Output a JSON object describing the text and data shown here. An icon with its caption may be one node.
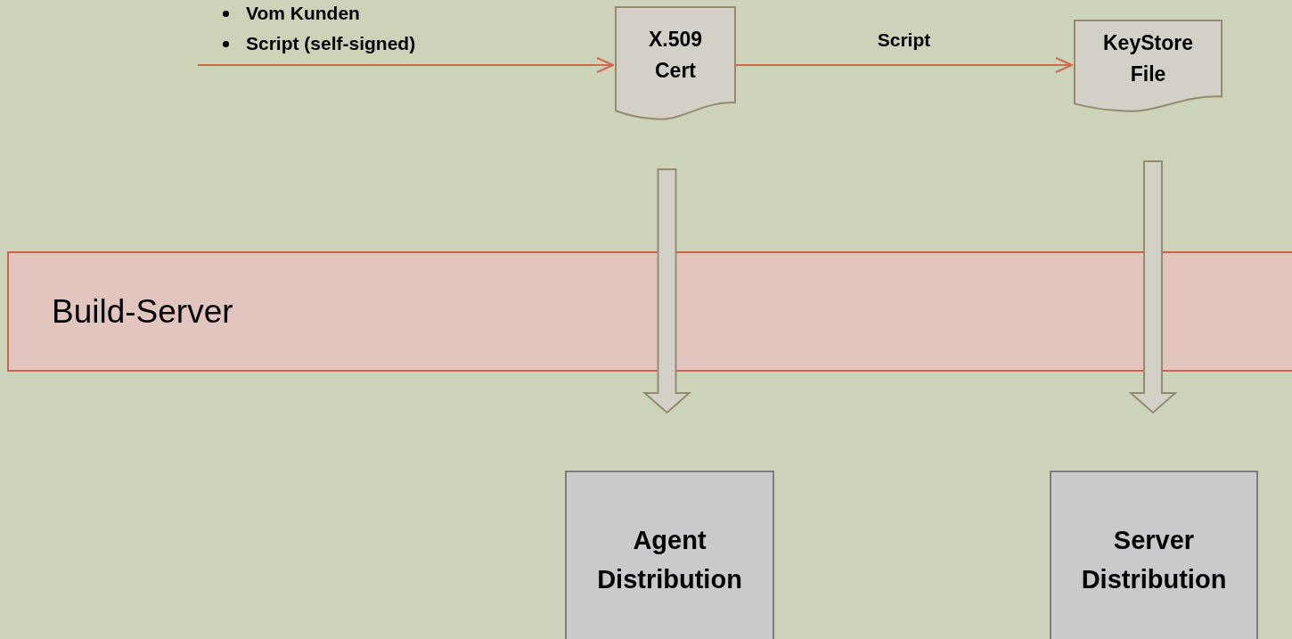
{
  "diagram": {
    "nodes": [
      {
        "text": [
          "X.509 Cert"
        ]
      },
      {
        "text": [
          "KeyStore File"
        ]
      },
      {
        "text": [
          "Build-Server"
        ]
      },
      {
        "text": [
          "Agent Distribution"
        ]
      },
      {
        "text": [
          "Server Distribution"
        ]
      }
    ],
    "edges": [
      {
        "from": null,
        "to": 0,
        "arrow": "to"
      },
      {
        "from": 0,
        "to": 1,
        "arrow": "to",
        "label": "Script"
      },
      {
        "from": 0,
        "to": 3,
        "arrow": "to",
        "style": "thick",
        "color": "#d3d0c8"
      },
      {
        "from": 1,
        "to": 4,
        "arrow": "to",
        "style": "thick",
        "color": "#d3d0c8"
      }
    ],
    "labels": [
      "Vom Kunden",
      "Script (self-signed)"
    ]
  }
}
